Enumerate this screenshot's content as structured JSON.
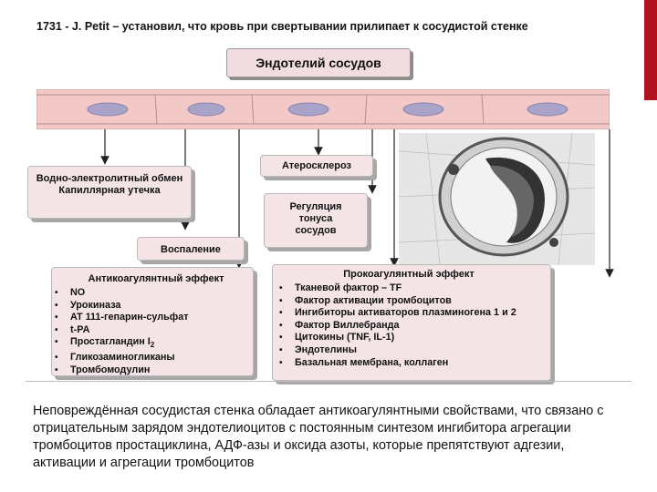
{
  "header": "1731 - J. Petit – установил, что кровь при свертывании прилипает к сосудистой стенке",
  "title": "Эндотелий сосудов",
  "boxes": {
    "water": "Водно-электролитный обмен\nКапиллярная утечка",
    "athero": "Атеросклероз",
    "tone": "Регуляция\nтонуса\nсосудов",
    "inflammation": "Воспаление"
  },
  "anticoag": {
    "title": "Антикоагулянтный эффект",
    "items": [
      "NO",
      "Урокиназа",
      "AT 111-гепарин-сульфат",
      "t-PA",
      "Простагландин I",
      "Гликозаминогликаны",
      "Тромбомодулин"
    ],
    "subscript": "2"
  },
  "procoag": {
    "title": "Прокоагулянтный эффект",
    "items": [
      "Тканевой фактор – TF",
      "Фактор активации тромбоцитов",
      "Ингибиторы активаторов плазминогена 1 и 2",
      "Фактор Виллебранда",
      "Цитокины (TNF, IL-1)",
      "Эндотелины",
      "Базальная мембрана, коллаген"
    ]
  },
  "bottom_text": "Неповреждённая сосудистая стенка обладает антикоагулянтными свойствами, что связано с отрицательным зарядом эндотелиоцитов с постоянным синтезом ингибитора агрегации тромбоцитов простациклина, АДФ-азы и оксида азоты, которые препятствуют адгезии, активации и агрегации тромбоцитов",
  "colors": {
    "accent": "#b2111f",
    "box_fill": "#f4e4e6",
    "cell_fill": "#f3c9c7",
    "nucleus": "#a9a3c9"
  }
}
